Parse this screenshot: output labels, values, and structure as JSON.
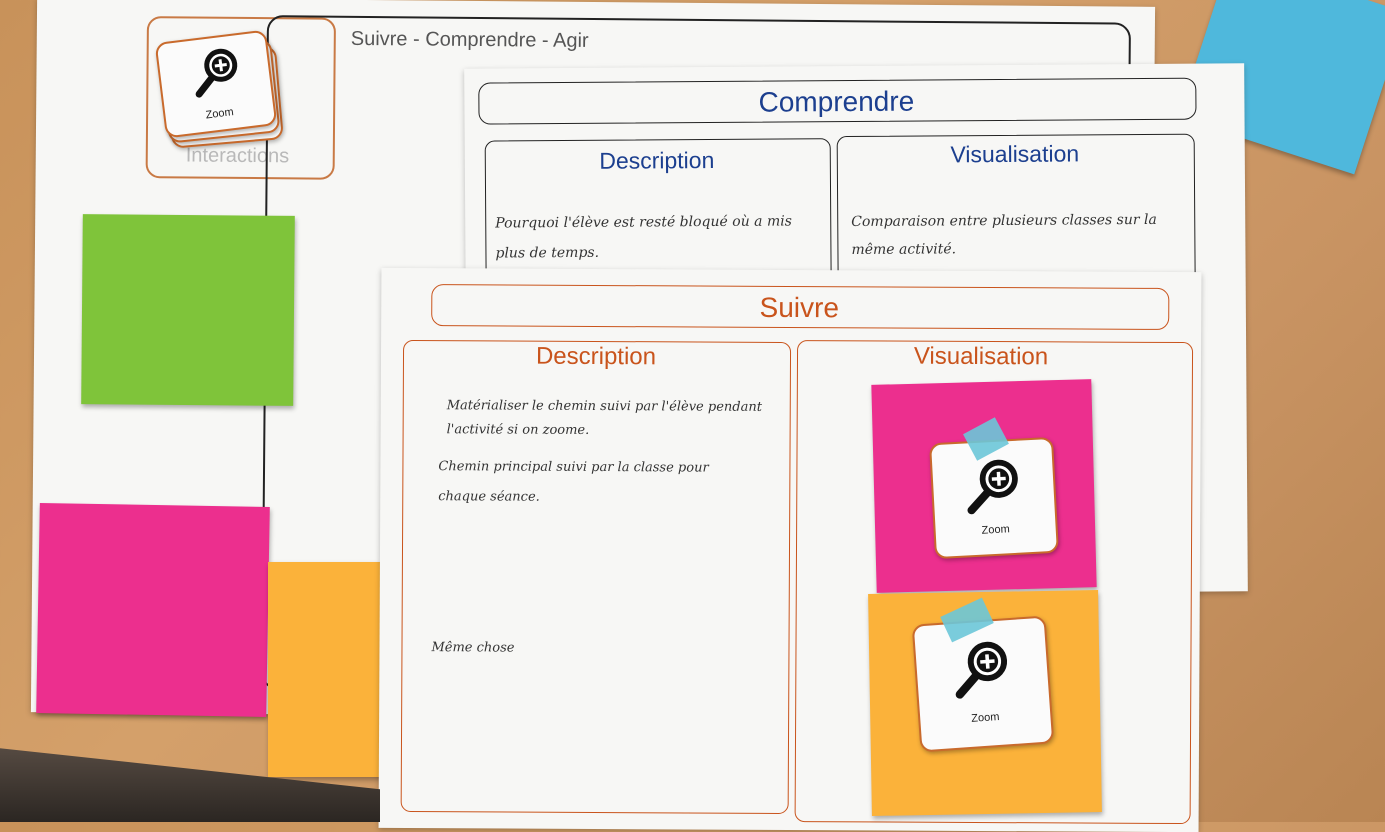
{
  "board": {
    "header_label": "Suivre - Comprendre - Agir",
    "interactions_label": "Interactions",
    "zoom_label": "Zoom"
  },
  "comprendre": {
    "title": "Comprendre",
    "description_header": "Description",
    "visualisation_header": "Visualisation",
    "description_note": "Pourquoi l'élève est resté bloqué où a mis plus de temps.",
    "visualisation_note": "Comparaison entre plusieurs classes sur la même activité."
  },
  "suivre": {
    "title": "Suivre",
    "description_header": "Description",
    "visualisation_header": "Visualisation",
    "description_note_1": "Matérialiser le chemin suivi par l'élève pendant l'activité si on zoome.",
    "description_note_2": "Chemin principal suivi par la classe pour chaque séance.",
    "description_note_3": "Même chose",
    "zoom_card_1": "Zoom",
    "zoom_card_2": "Zoom"
  },
  "colors": {
    "suivre_orange": "#c9541c",
    "comprendre_blue": "#1c3f8f",
    "sticky_green": "#7fc43a",
    "sticky_pink": "#ec2f8e",
    "sticky_orange": "#fbb23a",
    "sticky_blue": "#4fb8dc"
  }
}
